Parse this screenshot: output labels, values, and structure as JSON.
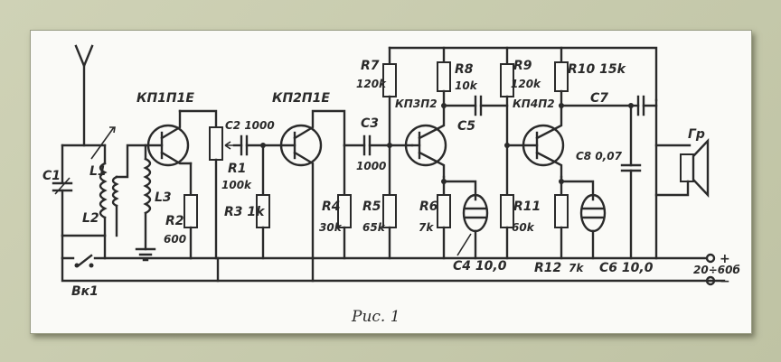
{
  "figure": {
    "caption": "Рис. 1",
    "transistors": [
      "КП1П1Е",
      "КП2П1Е",
      "КП3П2",
      "КП4П2"
    ],
    "components": {
      "c1": "С1",
      "l1": "L1",
      "l2": "L2",
      "l3": "L3",
      "c2": "С2 1000",
      "r1": "R1",
      "r1_val": "100k",
      "r2": "R2",
      "r2_val": "600",
      "r3": "R3 1k",
      "c3": "С3",
      "c3_val": "1000",
      "r4": "R4",
      "r4_val": "30k",
      "r5": "R5",
      "r5_val": "65k",
      "r6": "R6",
      "r6_val": "7k",
      "r7": "R7",
      "r7_val": "120k",
      "r8": "R8",
      "r8_val": "10k",
      "c5": "С5",
      "r9": "R9",
      "r9_val": "120k",
      "r10": "R10 15k",
      "c7": "С7",
      "c8": "С8 0,07",
      "r11": "R11",
      "r11_val": "60k",
      "r12": "R12",
      "r12_val": "7k",
      "c4": "С4 10,0",
      "c6": "С6 10,0",
      "speaker": "Гр",
      "switch": "Вк1",
      "plus": "+",
      "minus": "−",
      "supply": "20÷60б"
    }
  }
}
